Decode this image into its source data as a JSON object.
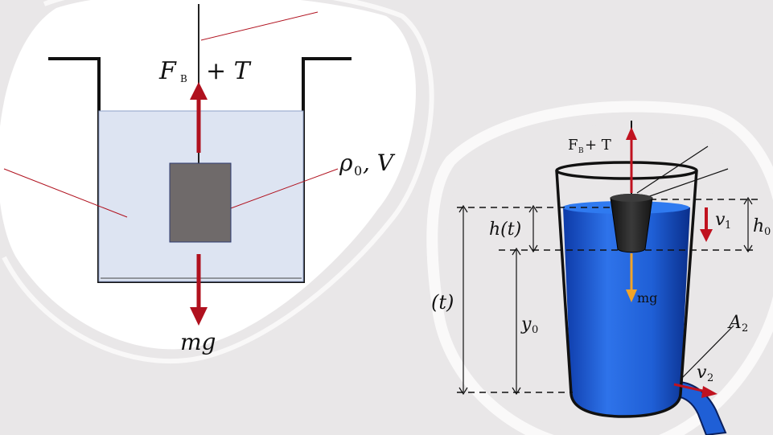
{
  "left_diagram": {
    "top_label_fb": "F",
    "top_label_fb_sub": "B",
    "top_label_plus_t": "+ T",
    "object_label": "ρ",
    "object_label_sub": "0",
    "object_label_rest": ", V",
    "bottom_label": "mg"
  },
  "right_diagram": {
    "top_label": "F",
    "top_label_sub": "B",
    "top_label_rest": " + T",
    "h_t_label": "h(t)",
    "v1_label": "v",
    "v1_sub": "1",
    "h0_label": "h",
    "h0_sub": "0",
    "partial_left_label": "(t)",
    "y0_label": "y",
    "y0_sub": "0",
    "mg_label": "mg",
    "a2_label": "A",
    "a2_sub": "2",
    "v2_label": "v",
    "v2_sub": "2"
  },
  "colors": {
    "background": "#e9e7e8",
    "force_arrow": "#b0111e",
    "weight_arrow": "#f2a428",
    "water": "#1f5fd6",
    "block": "#6f6a6a",
    "tank_fill": "#dde4f2"
  }
}
